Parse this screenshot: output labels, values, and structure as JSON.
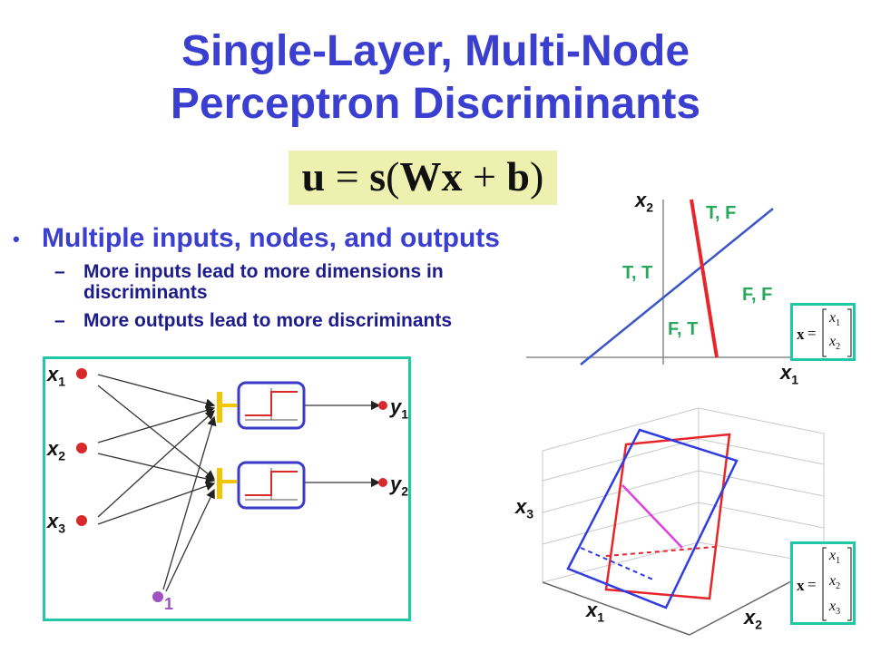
{
  "title": {
    "line1": "Single-Layer, Multi-Node",
    "line2": "Perceptron Discriminants"
  },
  "equation": {
    "u": "u",
    "eq": " = ",
    "s": "s",
    "lp": "(",
    "W": "W",
    "x": "x",
    "plus": " + ",
    "b": "b",
    "rp": ")"
  },
  "bullet": {
    "text": "Multiple inputs, nodes, and outputs",
    "sub1": "More inputs lead to more dimensions in discriminants",
    "sub2": "More outputs lead to more discriminants"
  },
  "network": {
    "inputs": [
      "x",
      "x",
      "x"
    ],
    "input_subs": [
      "1",
      "2",
      "3"
    ],
    "bias": "1",
    "outputs": [
      "y",
      "y"
    ],
    "output_subs": [
      "1",
      "2"
    ]
  },
  "plot2d": {
    "x2": "x",
    "x2sub": "2",
    "x1": "x",
    "x1sub": "1",
    "regions": [
      "T, F",
      "T, T",
      "F, F",
      "F, T"
    ],
    "vec": {
      "lhs": "x",
      "eq": "=",
      "e1": "x",
      "e1s": "1",
      "e2": "x",
      "e2s": "2"
    }
  },
  "plot3d": {
    "x3": "x",
    "x3sub": "3",
    "x1": "x",
    "x1sub": "1",
    "x2": "x",
    "x2sub": "2",
    "vec": {
      "lhs": "x",
      "eq": "=",
      "e1": "x",
      "e1s": "1",
      "e2": "x",
      "e2s": "2",
      "e3": "x",
      "e3s": "3"
    }
  },
  "colors": {
    "title": "#3b3fd0",
    "accent_box": "#20c9a5",
    "red": "#e8262a",
    "blue": "#3a56c9",
    "region_text": "#27a85a"
  }
}
